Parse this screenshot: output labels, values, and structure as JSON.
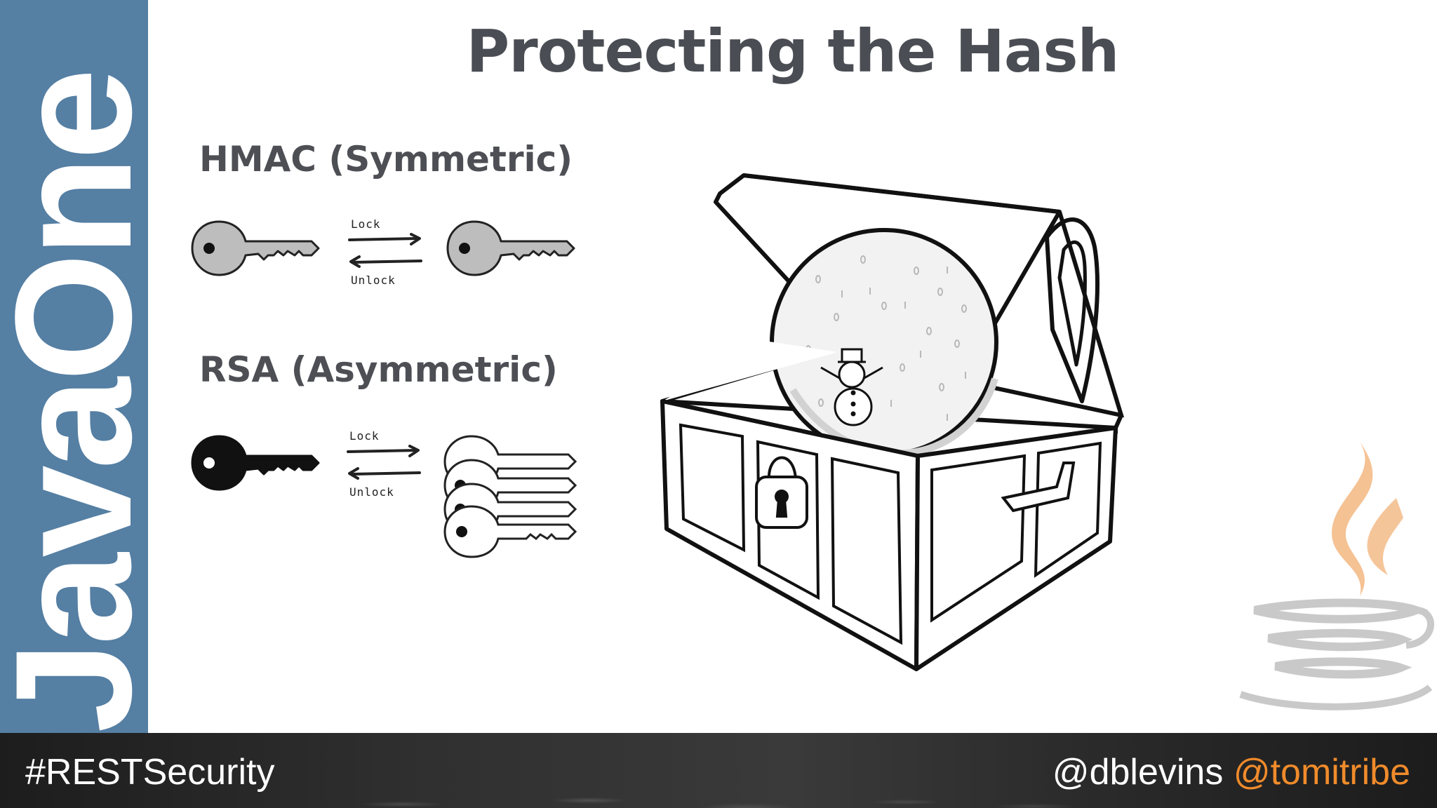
{
  "sidebar": {
    "brand": "JavaOne",
    "color": "#557fa3"
  },
  "slide": {
    "title": "Protecting the Hash",
    "sections": [
      {
        "heading": "HMAC (Symmetric)",
        "arrow_top_label": "Lock",
        "arrow_bottom_label": "Unlock"
      },
      {
        "heading": "RSA (Asymmetric)",
        "arrow_top_label": "Lock",
        "arrow_bottom_label": "Unlock"
      }
    ],
    "illustration": "treasure-chest-with-snow-globe"
  },
  "footer": {
    "hashtag": "#RESTSecurity",
    "handle_1": "@dblevins",
    "handle_2": "@tomitribe",
    "handle_2_color": "#f08b2b"
  },
  "icons": [
    "key-icon",
    "arrow-icon",
    "treasure-chest-icon",
    "snow-globe-icon",
    "snowman-icon",
    "padlock-icon",
    "java-logo-icon"
  ]
}
